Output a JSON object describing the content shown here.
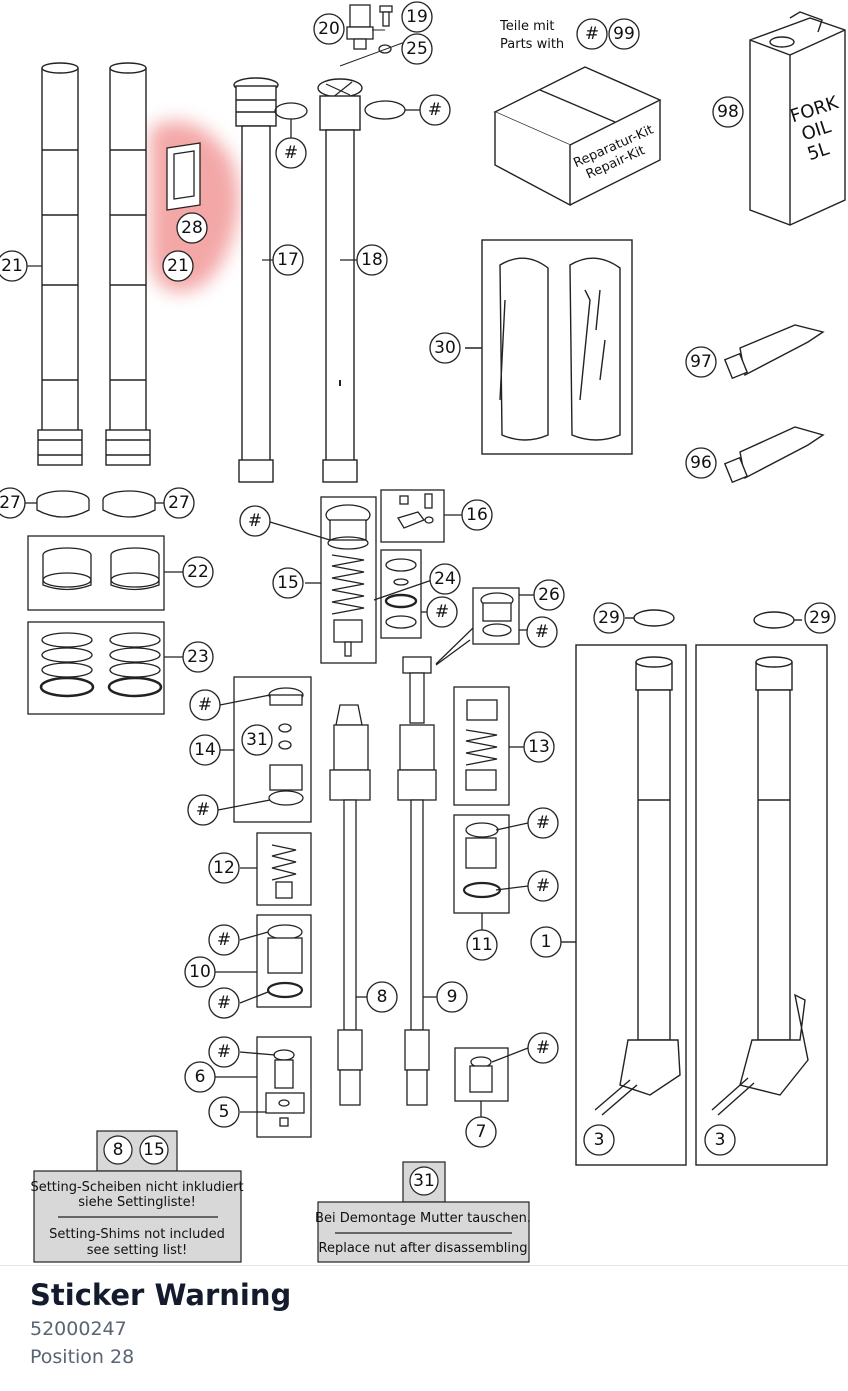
{
  "highlight": {
    "color": "#f08a8a",
    "part_number": "28",
    "part_ref": "21"
  },
  "top_note": {
    "line1": "Teile mit",
    "line2": "Parts with",
    "hash": "#",
    "num": "99"
  },
  "repair_kit": {
    "line1": "Reparatur-Kit",
    "line2": "Repair-Kit"
  },
  "oil_can": {
    "line1": "FORK",
    "line2": "OIL",
    "line3": "5L"
  },
  "callouts": {
    "c1": "1",
    "c3": "3",
    "c5": "5",
    "c6": "6",
    "c7": "7",
    "c8": "8",
    "c9": "9",
    "c10": "10",
    "c11": "11",
    "c12": "12",
    "c13": "13",
    "c14": "14",
    "c15": "15",
    "c16": "16",
    "c17": "17",
    "c18": "18",
    "c19": "19",
    "c20": "20",
    "c21": "21",
    "c22": "22",
    "c23": "23",
    "c24": "24",
    "c25": "25",
    "c26": "26",
    "c27": "27",
    "c29": "29",
    "c30": "30",
    "c31": "31",
    "c96": "96",
    "c97": "97",
    "c98": "98",
    "hash": "#"
  },
  "notes": {
    "setting": {
      "tag1": "8",
      "tag2": "15",
      "de_line1": "Setting-Scheiben nicht inkludiert",
      "de_line2": "siehe Settingliste!",
      "en_line1": "Setting-Shims not included",
      "en_line2": "see setting list!"
    },
    "nut": {
      "tag": "31",
      "de": "Bei Demontage Mutter tauschen.",
      "en": "Replace nut after disassembling"
    }
  },
  "part": {
    "title": "Sticker Warning",
    "number": "52000247",
    "position": "Position 28"
  }
}
